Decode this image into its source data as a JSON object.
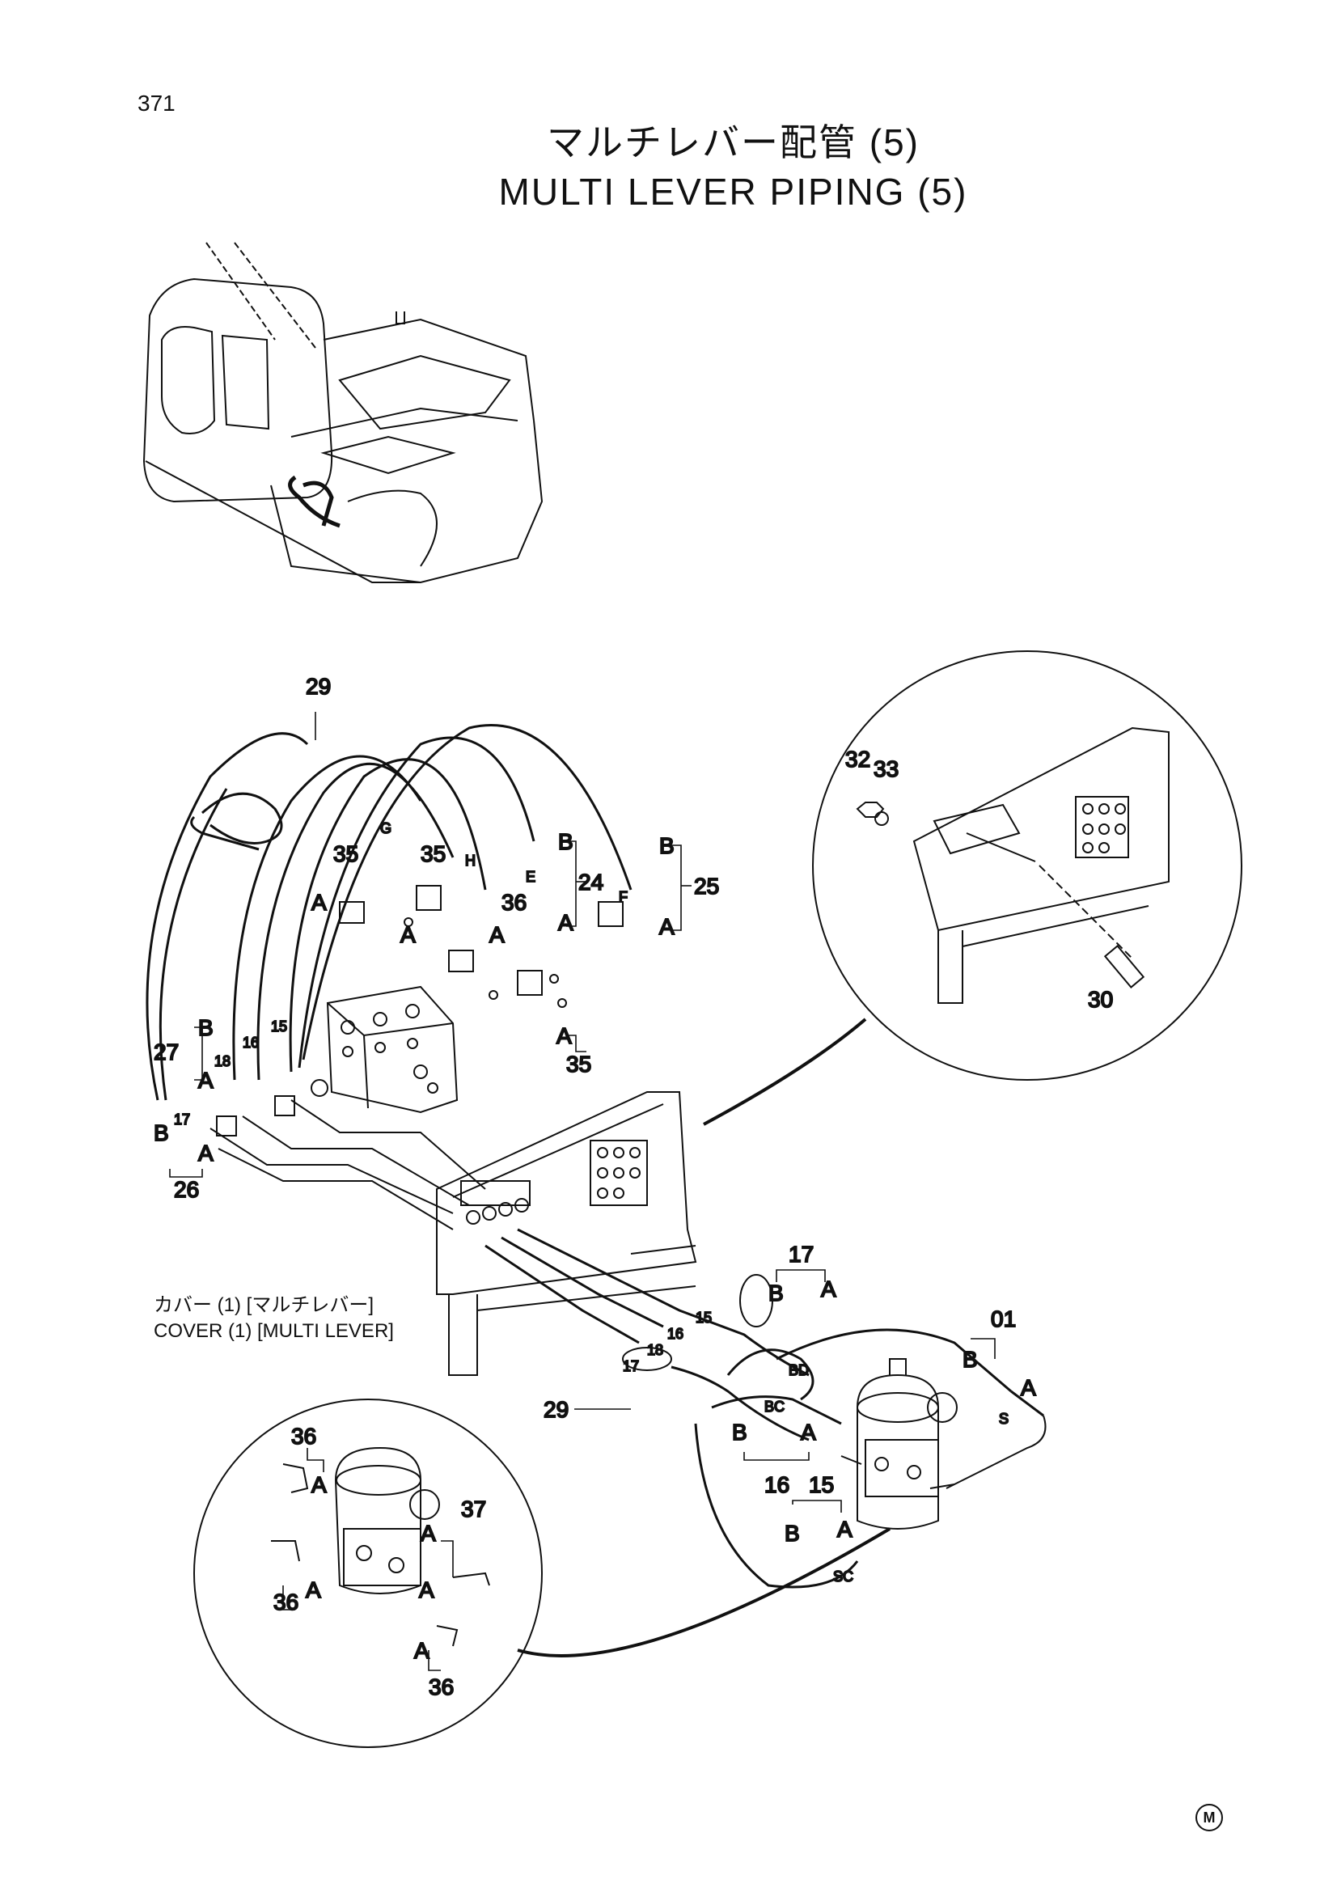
{
  "page_number": "371",
  "title": {
    "japanese": "マルチレバー配管 (5)",
    "english": "MULTI LEVER PIPING (5)"
  },
  "cover_note": {
    "line1": "カバー (1) [マルチレバー]",
    "line2": "COVER (1) [MULTI LEVER]"
  },
  "brand_mark": "M",
  "part_numbers": {
    "p01": "01",
    "p15": "15",
    "p16": "16",
    "p17": "17",
    "p18": "18",
    "p24": "24",
    "p25": "25",
    "p26": "26",
    "p27": "27",
    "p29": "29",
    "p30": "30",
    "p32": "32",
    "p33": "33",
    "p35": "35",
    "p36": "36",
    "p37": "37"
  },
  "port_labels": {
    "A": "A",
    "B": "B",
    "E": "E",
    "F": "F",
    "G": "G",
    "H": "H",
    "BD": "BD",
    "BC": "BC",
    "S": "S",
    "SC": "SC"
  }
}
